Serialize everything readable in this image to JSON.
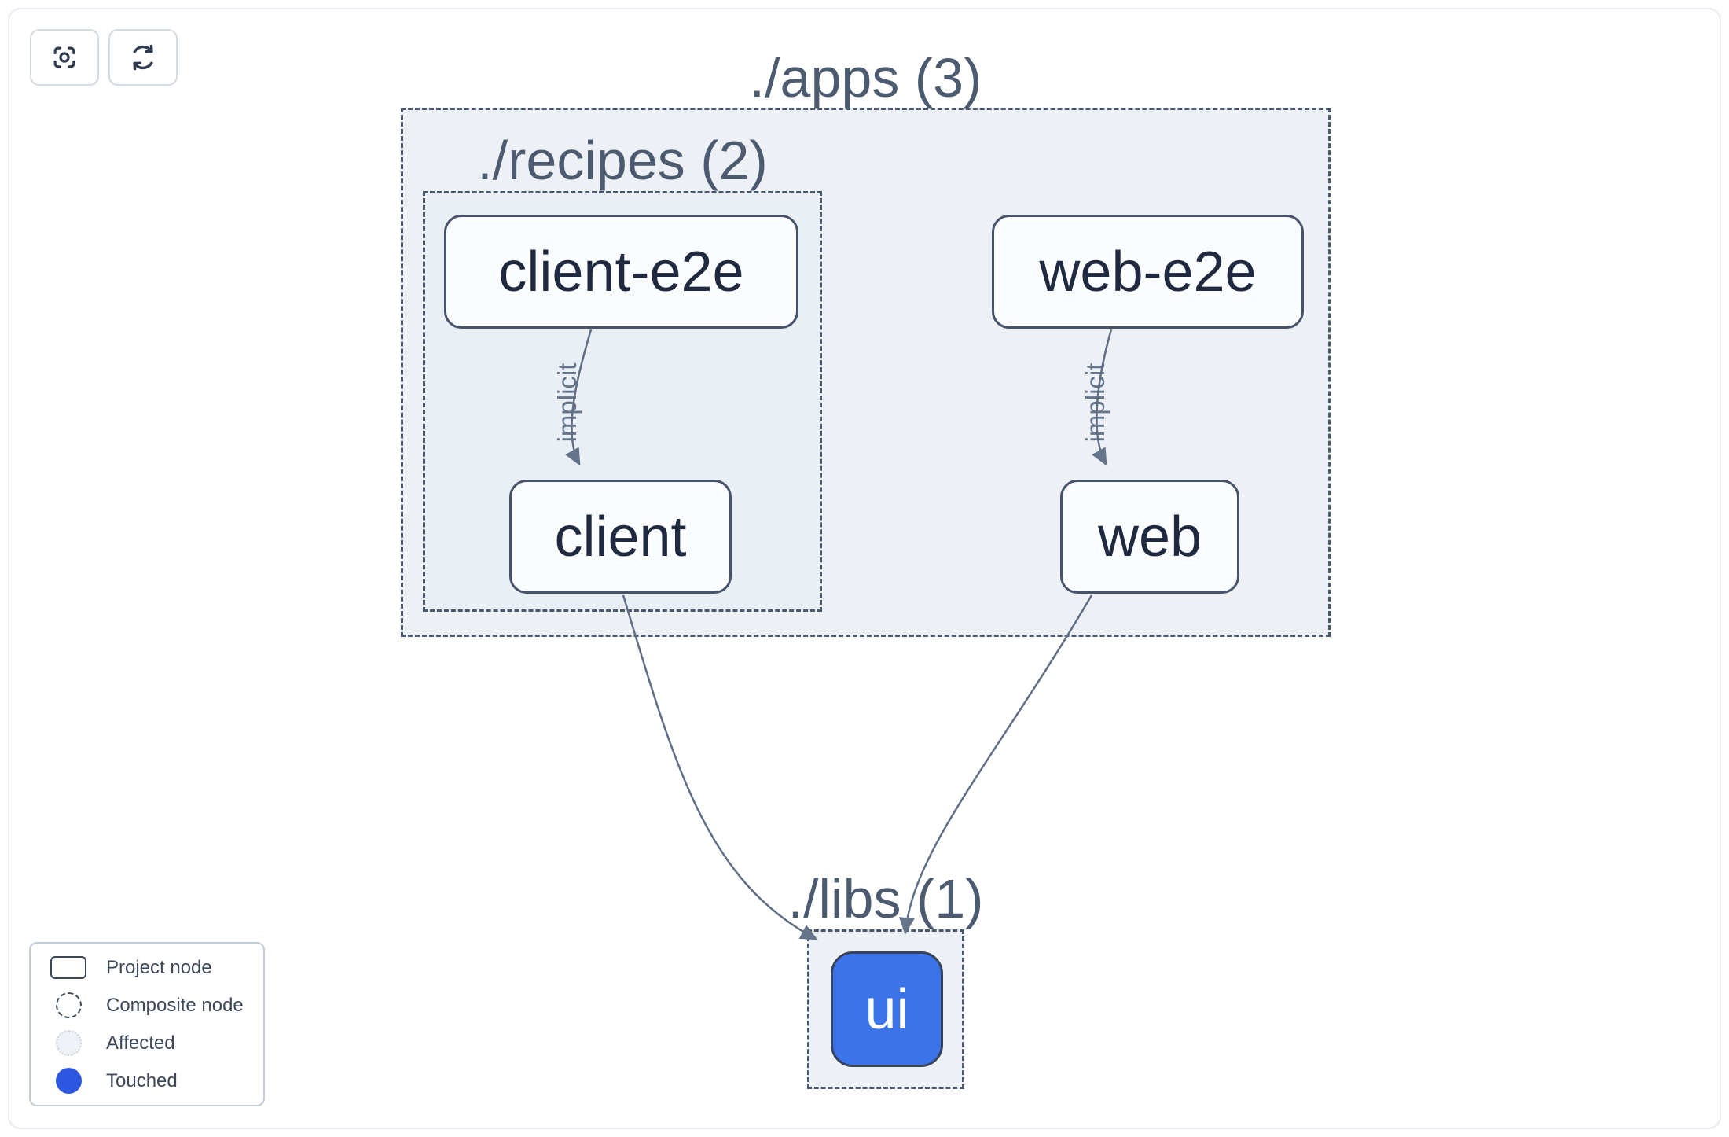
{
  "toolbar": {
    "focus_icon": "viewfinder-focus",
    "refresh_icon": "refresh-arrows"
  },
  "graph": {
    "composites": [
      {
        "id": "apps",
        "label": "./apps (3)"
      },
      {
        "id": "recipes",
        "label": "./recipes (2)"
      },
      {
        "id": "libs",
        "label": "./libs (1)"
      }
    ],
    "nodes": [
      {
        "id": "client-e2e",
        "label": "client-e2e",
        "state": "default"
      },
      {
        "id": "web-e2e",
        "label": "web-e2e",
        "state": "default"
      },
      {
        "id": "client",
        "label": "client",
        "state": "default"
      },
      {
        "id": "web",
        "label": "web",
        "state": "default"
      },
      {
        "id": "ui",
        "label": "ui",
        "state": "touched"
      }
    ],
    "edges": [
      {
        "from": "client-e2e",
        "to": "client",
        "label": "implicit"
      },
      {
        "from": "web-e2e",
        "to": "web",
        "label": "implicit"
      },
      {
        "from": "client",
        "to": "ui",
        "label": ""
      },
      {
        "from": "web",
        "to": "ui",
        "label": ""
      }
    ]
  },
  "legend": {
    "items": [
      {
        "icon": "project-node-swatch",
        "label": "Project node"
      },
      {
        "icon": "composite-node-swatch",
        "label": "Composite node"
      },
      {
        "icon": "affected-swatch",
        "label": "Affected"
      },
      {
        "icon": "touched-swatch",
        "label": "Touched"
      }
    ]
  },
  "colors": {
    "touched_node": "#3b74e8",
    "legend_touched": "#2e57e1",
    "composite_border": "#4a586d",
    "composite_fill": "#edf1f6",
    "edge": "#5f6e84",
    "node_border": "#46536a",
    "node_text": "#1f2940",
    "title_text": "#4d5b70"
  }
}
